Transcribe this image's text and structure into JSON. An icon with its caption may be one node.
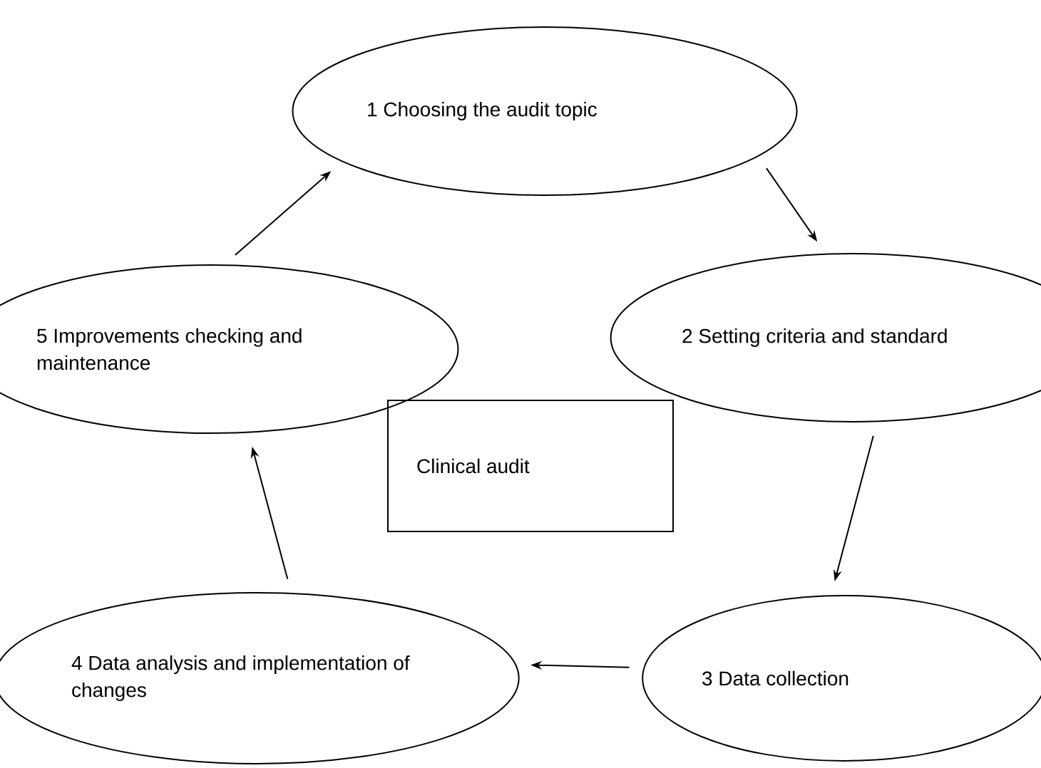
{
  "diagram": {
    "nodes": [
      {
        "text": [
          "1 Choosing the audit topic"
        ]
      },
      {
        "text": [
          "2 Setting criteria and standard"
        ]
      },
      {
        "text": [
          "3 Data collection"
        ]
      },
      {
        "text": [
          "4 Data analysis and implementation of changes"
        ]
      },
      {
        "text": [
          "5 Improvements checking and maintenance"
        ]
      },
      {
        "text": [
          "Clinical audit"
        ]
      }
    ],
    "edges": [
      {
        "from": 0,
        "to": 1,
        "arrow": "to"
      },
      {
        "from": 1,
        "to": 2,
        "arrow": "to"
      },
      {
        "from": 2,
        "to": 3,
        "arrow": "to"
      },
      {
        "from": 3,
        "to": 4,
        "arrow": "to"
      },
      {
        "from": 4,
        "to": 0,
        "arrow": "to"
      }
    ]
  }
}
